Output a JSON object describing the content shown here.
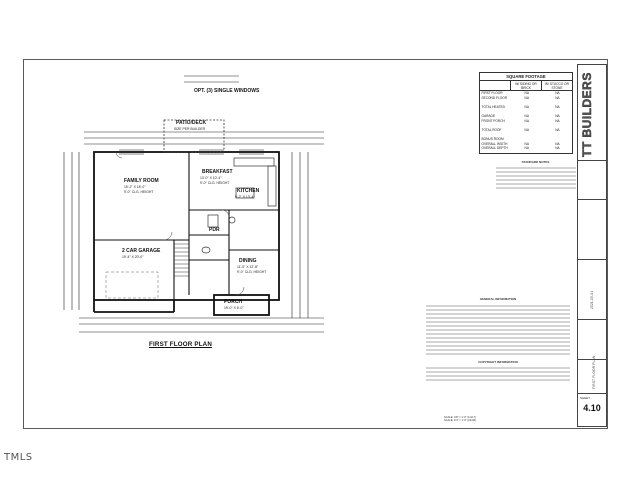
{
  "plan": {
    "title": "FIRST FLOOR PLAN",
    "top_note": "OPT. (3) SINGLE WINDOWS",
    "patio_label": "PATIO/DECK",
    "patio_note": "SIZE PER BUILDER",
    "rooms": {
      "family": {
        "name": "FAMILY ROOM",
        "dims": "15'-2\" X 18'-0\"",
        "ceiling": "9'-0\" CLG. HEIGHT"
      },
      "breakfast": {
        "name": "BREAKFAST",
        "dims": "13'-0\" X 10'-4\"",
        "ceiling": "9'-0\" CLG. HEIGHT"
      },
      "kitchen": {
        "name": "KITCHEN",
        "dims": "9'-2\" X 13'-4\""
      },
      "pdr": {
        "name": "PDR"
      },
      "dining": {
        "name": "DINING",
        "dims": "11'-0\" X 12'-8\"",
        "ceiling": "9'-0\" CLG. HEIGHT"
      },
      "garage": {
        "name": "2 CAR GARAGE",
        "dims": "19'-4\" X 20'-0\""
      },
      "porch": {
        "name": "PORCH",
        "dims": "19'-0\" X 6'-0\""
      }
    }
  },
  "square_footage": {
    "title": "SQUARE FOOTAGE",
    "headers": [
      "",
      "W/ SIDING OR BRICK",
      "W/ STUCCO OR STONE"
    ],
    "rows": [
      [
        "FIRST FLOOR",
        "NA",
        "NA"
      ],
      [
        "SECOND FLOOR",
        "NA",
        "NA"
      ],
      [
        "",
        "",
        ""
      ],
      [
        "TOTAL HEATED",
        "NA",
        "NA"
      ],
      [
        "",
        "",
        ""
      ],
      [
        "GARAGE",
        "NA",
        "NA"
      ],
      [
        "FRONT PORCH",
        "NA",
        "NA"
      ],
      [
        "",
        "",
        ""
      ],
      [
        "TOTAL ROOF",
        "NA",
        "NA"
      ],
      [
        "",
        "",
        ""
      ],
      [
        "BONUS ROOM",
        "",
        ""
      ],
      [
        "OVERALL WIDTH",
        "NA",
        "NA"
      ],
      [
        "OVERALL DEPTH",
        "NA",
        "NA"
      ]
    ]
  },
  "logo": {
    "text": "TT BUILDERS"
  },
  "title_block": {
    "sheet_label": "SHEET",
    "sheet_number": "4.10",
    "plan_label": "FIRST FLOOR PLAN",
    "date": "2021-05-04"
  },
  "legend": {
    "title": "STANDARD NOTES"
  },
  "notes": {
    "title": "GENERAL INFORMATION"
  },
  "copyright": {
    "title": "COPYRIGHT INFORMATION"
  },
  "scale": {
    "line1": "SCALE: 1/8\" = 1'-0\" (11x17)",
    "line2": "SCALE: 1/4\" = 1'-0\" (24x36)"
  },
  "watermark": "TMLS"
}
